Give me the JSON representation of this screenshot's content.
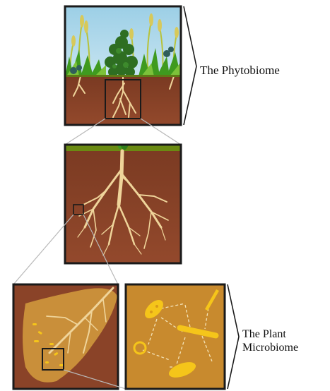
{
  "labels": {
    "phytobiome": "The Phytobiome",
    "microbiome_line1": "The Plant",
    "microbiome_line2": "Microbiome"
  },
  "colors": {
    "soil": "#8a4328",
    "soil_dark": "#6e3420",
    "root": "#efd49a",
    "sky": "#b8dcec",
    "grass": "#2f7d1a",
    "rhizosphere": "#c98f3a",
    "microbe_panel": "#c88a2e",
    "microbe": "#f5c51a",
    "frame": "#1a1a1a"
  }
}
